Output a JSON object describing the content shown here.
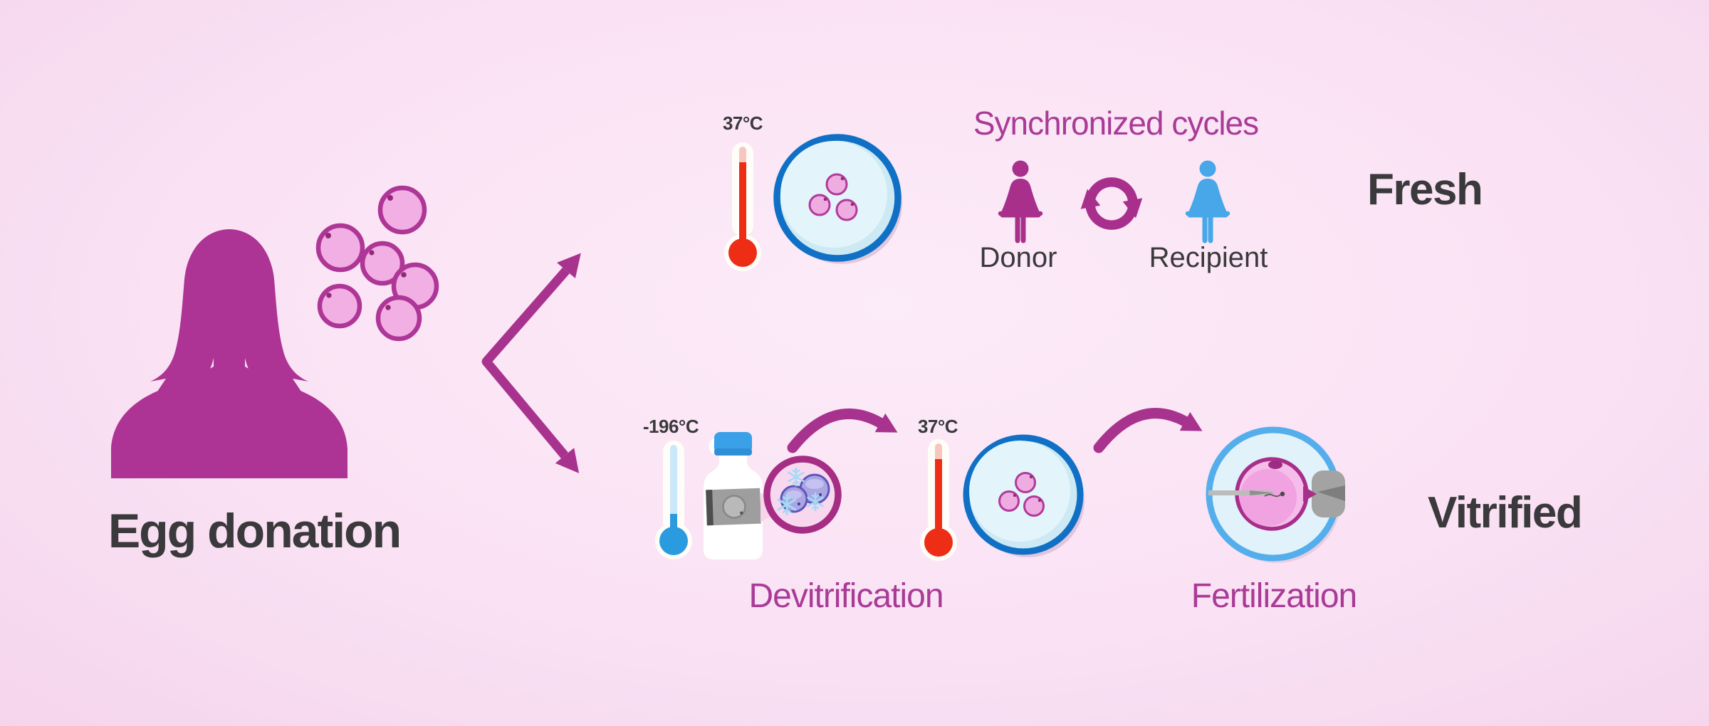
{
  "donation": {
    "label": "Egg donation"
  },
  "fresh": {
    "temperature": "37°C",
    "heading": "Synchronized cycles",
    "donor_label": "Donor",
    "recipient_label": "Recipient",
    "result_label": "Fresh"
  },
  "vitrified": {
    "storage_temperature": "-196°C",
    "warm_temperature": "37°C",
    "step1_label": "Devitrification",
    "step2_label": "Fertilization",
    "result_label": "Vitrified"
  },
  "counts": {
    "cluster_eggs": 6,
    "dish_eggs": 3,
    "frozen_eggs": 2
  },
  "colors": {
    "background": "#fae2f4",
    "silhouette": "#ad3494",
    "arrow": "#a8338e",
    "donor": "#a8308c",
    "recipient": "#47a7e9",
    "dark_text": "#3a393b",
    "magenta_text": "#a93b97",
    "dish_border": "#0f70c6",
    "fert_dish_border": "#55aeec",
    "hot": "#ee2d16",
    "cold": "#2b9be0",
    "egg_fill": "#f2afe3",
    "egg_ring": "#ae3697",
    "frozen_egg": "#aaa5e3",
    "snowflake": "#a5daf5"
  }
}
